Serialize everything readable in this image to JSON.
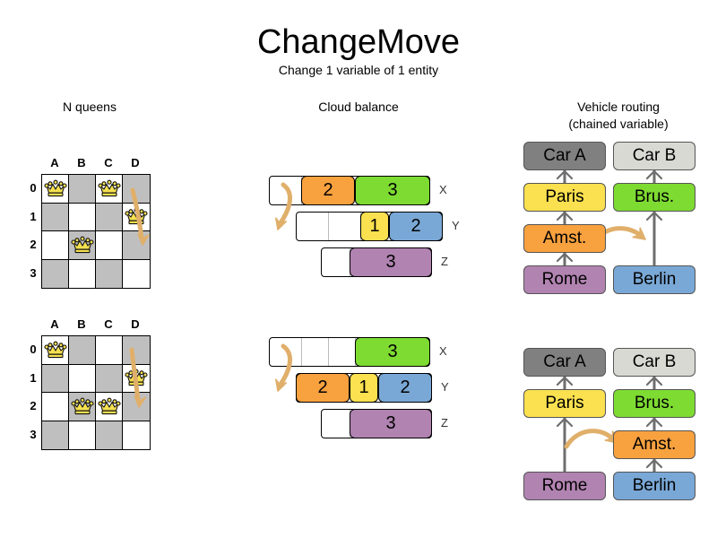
{
  "header": {
    "title": "ChangeMove",
    "subtitle": "Change 1 variable of 1 entity"
  },
  "columns": {
    "nqueens": "N queens",
    "cloud": "Cloud balance",
    "vrp_line1": "Vehicle routing",
    "vrp_line2": "(chained variable)"
  },
  "colors": {
    "orange": "#f8a13f",
    "green": "#7edb32",
    "yellow": "#fbe04f",
    "blue": "#7aa8d6",
    "purple": "#b183b1",
    "gray_dark": "#808080",
    "gray_light": "#d9d9d4",
    "arrow": "#e0af6a",
    "board_dark": "#bfbfbf",
    "board_light": "#ffffff",
    "queen_gold": "#f5e050"
  },
  "nqueens": {
    "files": [
      "A",
      "B",
      "C",
      "D"
    ],
    "ranks": [
      "0",
      "1",
      "2",
      "3"
    ],
    "before": {
      "queens": [
        {
          "file": "A",
          "rank": "0"
        },
        {
          "file": "C",
          "rank": "0"
        },
        {
          "file": "D",
          "rank": "1"
        },
        {
          "file": "B",
          "rank": "2"
        }
      ],
      "move": {
        "from": "C0",
        "to": "C2"
      }
    },
    "after": {
      "queens": [
        {
          "file": "A",
          "rank": "0"
        },
        {
          "file": "D",
          "rank": "1"
        },
        {
          "file": "B",
          "rank": "2"
        },
        {
          "file": "C",
          "rank": "2"
        }
      ],
      "move": {
        "from": "C0",
        "to": "C2"
      }
    }
  },
  "cloud": {
    "before": {
      "rows": [
        {
          "label": "X",
          "segments": [
            {
              "value": "",
              "color": "#ffffff",
              "width": 36
            },
            {
              "value": "2",
              "color": "#f8a13f",
              "width": 60
            },
            {
              "value": "3",
              "color": "#7edb32",
              "width": 84
            }
          ]
        },
        {
          "label": "Y",
          "segments": [
            {
              "value": "",
              "color": "#ffffff",
              "width": 36
            },
            {
              "value": "",
              "color": "#ffffff",
              "width": 36
            },
            {
              "value": "1",
              "color": "#fbe04f",
              "width": 32
            },
            {
              "value": "2",
              "color": "#7aa8d6",
              "width": 60
            }
          ]
        },
        {
          "label": "Z",
          "segments": [
            {
              "value": "",
              "color": "#ffffff",
              "width": 32
            },
            {
              "value": "3",
              "color": "#b183b1",
              "width": 92
            }
          ]
        }
      ]
    },
    "after": {
      "rows": [
        {
          "label": "X",
          "segments": [
            {
              "value": "",
              "color": "#ffffff",
              "width": 36
            },
            {
              "value": "",
              "color": "#ffffff",
              "width": 30
            },
            {
              "value": "",
              "color": "#ffffff",
              "width": 30
            },
            {
              "value": "3",
              "color": "#7edb32",
              "width": 84
            }
          ]
        },
        {
          "label": "Y",
          "segments": [
            {
              "value": "2",
              "color": "#f8a13f",
              "width": 60
            },
            {
              "value": "1",
              "color": "#fbe04f",
              "width": 32
            },
            {
              "value": "2",
              "color": "#7aa8d6",
              "width": 60
            }
          ]
        },
        {
          "label": "Z",
          "segments": [
            {
              "value": "",
              "color": "#ffffff",
              "width": 32
            },
            {
              "value": "3",
              "color": "#b183b1",
              "width": 92
            }
          ]
        }
      ]
    }
  },
  "vrp": {
    "before": {
      "left_chain": [
        "Car A",
        "Paris",
        "Amst.",
        "Rome"
      ],
      "right_chain": [
        "Car B",
        "Brus.",
        "Berlin"
      ],
      "moving_node": "Amst."
    },
    "after": {
      "left_chain": [
        "Car A",
        "Paris",
        "Rome"
      ],
      "right_chain": [
        "Car B",
        "Brus.",
        "Amst.",
        "Berlin"
      ],
      "moving_node": "Amst."
    },
    "node_colors": {
      "Car A": "#808080",
      "Car B": "#d9d9d4",
      "Paris": "#fbe04f",
      "Brus.": "#7edb32",
      "Amst.": "#f8a13f",
      "Rome": "#b183b1",
      "Berlin": "#7aa8d6"
    }
  }
}
